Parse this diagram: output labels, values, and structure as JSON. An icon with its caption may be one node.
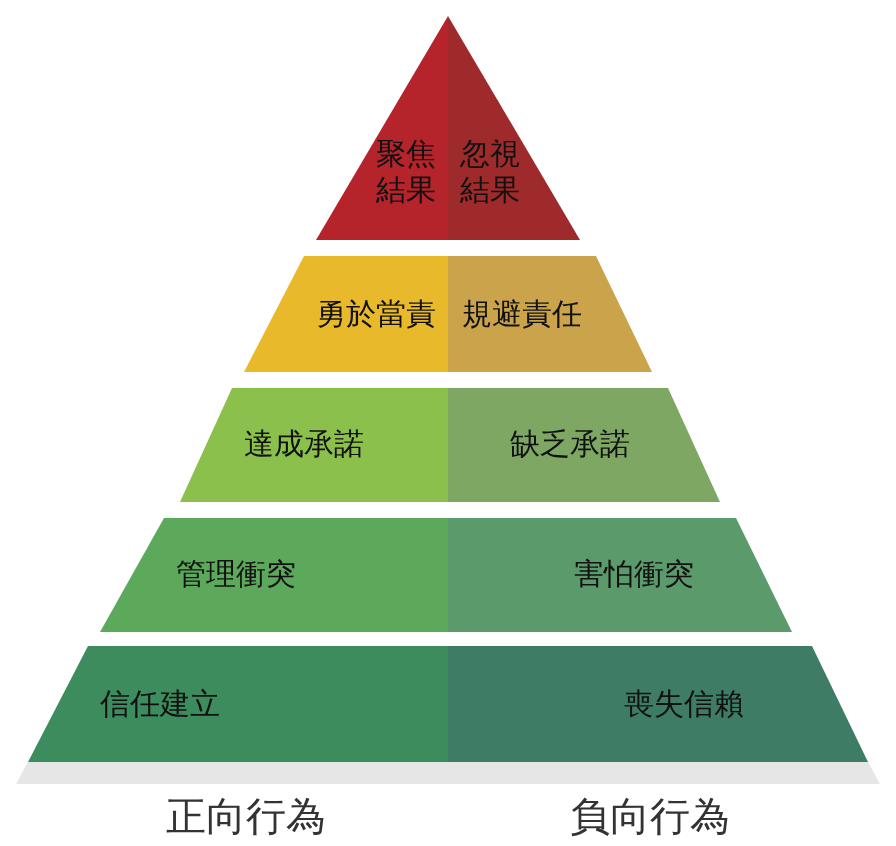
{
  "diagram": {
    "nodes": [
      {
        "text": [
          "聚焦結果"
        ]
      },
      {
        "text": [
          "忽視結果"
        ]
      },
      {
        "text": [
          "勇於當責"
        ]
      },
      {
        "text": [
          "規避責任"
        ]
      },
      {
        "text": [
          "達成承諾"
        ]
      },
      {
        "text": [
          "缺乏承諾"
        ]
      },
      {
        "text": [
          "管理衝突"
        ]
      },
      {
        "text": [
          "害怕衝突"
        ]
      },
      {
        "text": [
          "信任建立"
        ]
      },
      {
        "text": [
          "喪失信賴"
        ]
      }
    ],
    "labels": [
      "正向行為",
      "負向行為"
    ]
  }
}
